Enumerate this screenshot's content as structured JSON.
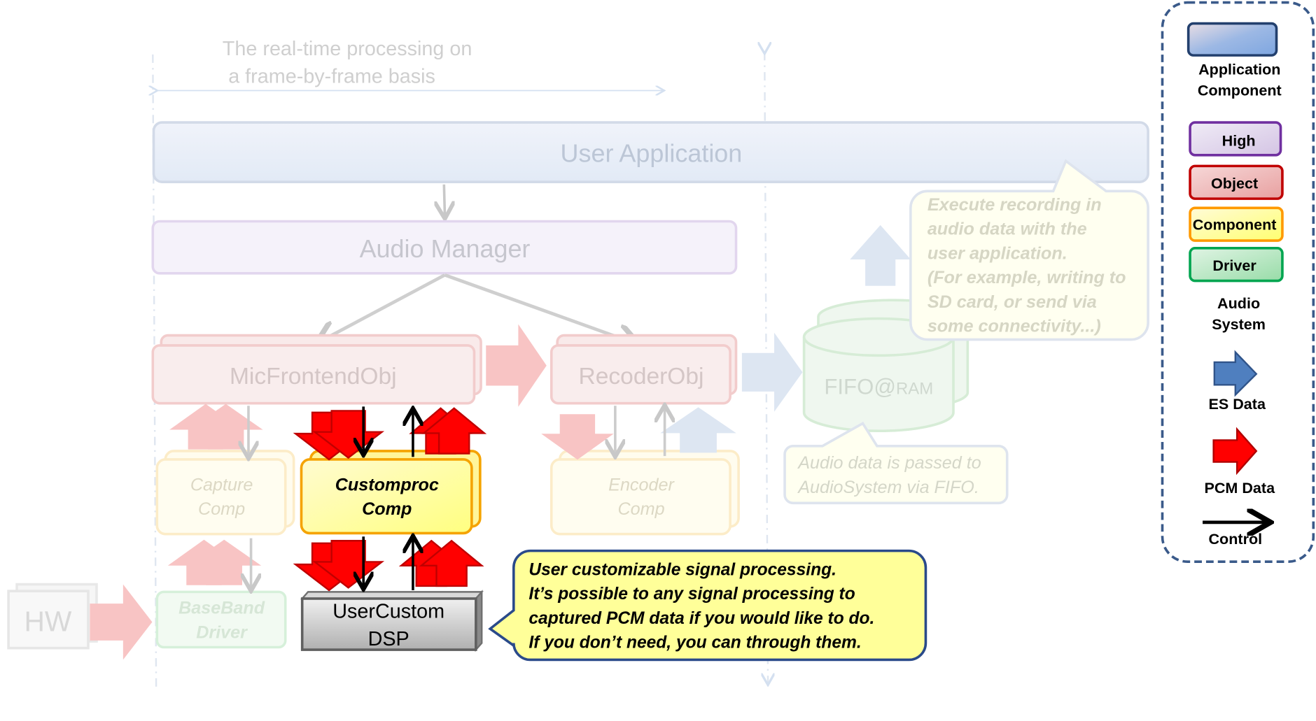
{
  "header": {
    "line1": "The real-time processing on",
    "line2": "a frame-by-frame basis"
  },
  "blocks": {
    "user_application": "User Application",
    "audio_manager": "Audio Manager",
    "mic_frontend": "MicFrontendObj",
    "recorder": "RecoderObj",
    "fifo": "FIFO@",
    "fifo_small": "RAM",
    "capture": [
      "Capture",
      "Comp"
    ],
    "customproc": [
      "Customproc",
      "Comp"
    ],
    "encoder": [
      "Encoder",
      "Comp"
    ],
    "hw": "HW",
    "baseband": [
      "BaseBand",
      "Driver"
    ],
    "usercustom": [
      "UserCustom",
      "DSP"
    ]
  },
  "callouts": {
    "recording": [
      "Execute recording in",
      "audio data with the",
      "user application.",
      "(For example, writing to",
      " SD card, or send via",
      " some connectivity...)"
    ],
    "fifo_note": [
      "Audio data is passed to",
      "AudioSystem via FIFO."
    ],
    "dsp_note": [
      "User customizable signal processing.",
      "It’s possible to any signal processing to",
      "captured PCM data if you would like to do.",
      "If you don’t need, you can through them."
    ]
  },
  "legend": {
    "application": [
      "Application",
      "Component"
    ],
    "high": "High",
    "object": "Object",
    "component": "Component",
    "driver": "Driver",
    "audio_system": [
      "Audio",
      "System"
    ],
    "es_data": "ES Data",
    "pcm_data": "PCM Data",
    "control": "Control"
  },
  "colors": {
    "pcm": "#ff0000",
    "es": "#4f7fbf",
    "control": "#000000",
    "callout_border": "#2a4a8a",
    "legend_border": "#3a5a8a"
  }
}
